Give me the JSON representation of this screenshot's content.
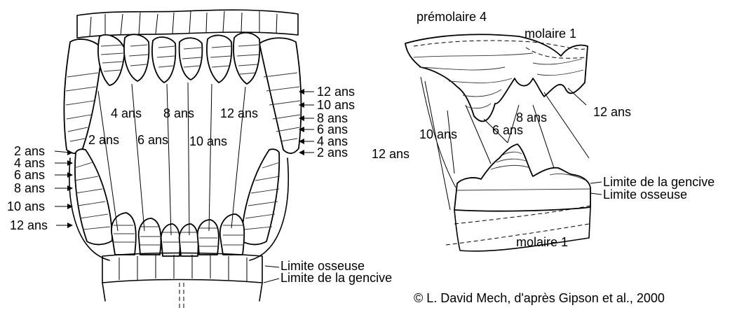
{
  "labels": {
    "premolar_4": "prémolaire 4",
    "molar_1_top": "molaire 1",
    "molar_1_bottom": "molaire 1",
    "age_2": "2 ans",
    "age_4": "4 ans",
    "age_6": "6 ans",
    "age_8": "8 ans",
    "age_10": "10 ans",
    "age_12": "12 ans",
    "gum_limit": "Limite de la gencive",
    "bone_limit": "Limite osseuse",
    "credit": "© L. David Mech, d'après Gipson et al., 2000"
  }
}
